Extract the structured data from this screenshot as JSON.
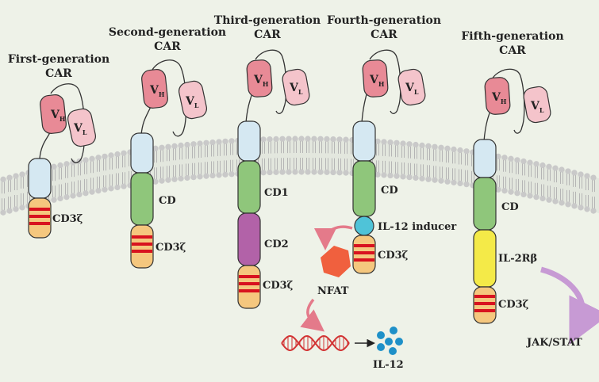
{
  "cars": [
    {
      "title_line1": "First-generation",
      "title_line2": "CAR",
      "vh": "V",
      "vh_sub": "H",
      "vl": "V",
      "vl_sub": "L",
      "domains": [
        "CD3ζ"
      ]
    },
    {
      "title_line1": "Second-generation",
      "title_line2": "CAR",
      "vh": "V",
      "vh_sub": "H",
      "vl": "V",
      "vl_sub": "L",
      "domains": [
        "CD",
        "CD3ζ"
      ]
    },
    {
      "title_line1": "Third-generation",
      "title_line2": "CAR",
      "vh": "V",
      "vh_sub": "H",
      "vl": "V",
      "vl_sub": "L",
      "domains": [
        "CD1",
        "CD2",
        "CD3ζ"
      ]
    },
    {
      "title_line1": "Fourth-generation",
      "title_line2": "CAR",
      "vh": "V",
      "vh_sub": "H",
      "vl": "V",
      "vl_sub": "L",
      "domains": [
        "CD",
        "IL-12 inducer",
        "CD3ζ"
      ],
      "nfat": "NFAT",
      "il12": "IL-12"
    },
    {
      "title_line1": "Fifth-generation",
      "title_line2": "CAR",
      "vh": "V",
      "vh_sub": "H",
      "vl": "V",
      "vl_sub": "L",
      "domains": [
        "CD",
        "IL-2Rβ",
        "CD3ζ"
      ],
      "jakstat": "JAK/STAT"
    }
  ],
  "colors": {
    "background": "#eef2e8",
    "membrane_head": "#c9c9c9",
    "membrane_tail": "#b5b5b5",
    "vh_fill": "#e88a96",
    "vl_fill": "#f4c4cb",
    "hinge": "#d5e8f2",
    "costim": "#8fc67b",
    "cd2": "#b262a8",
    "cd3z": "#f5c77e",
    "cd3z_stripe": "#d8121f",
    "il12_inducer": "#4fc3d8",
    "il2rb": "#f4ea48",
    "nfat": "#f0603e",
    "dna": "#d23434",
    "il12_dots": "#1e90c8",
    "arrow_pink": "#e47a8a",
    "arrow_purple": "#c79ad4"
  }
}
